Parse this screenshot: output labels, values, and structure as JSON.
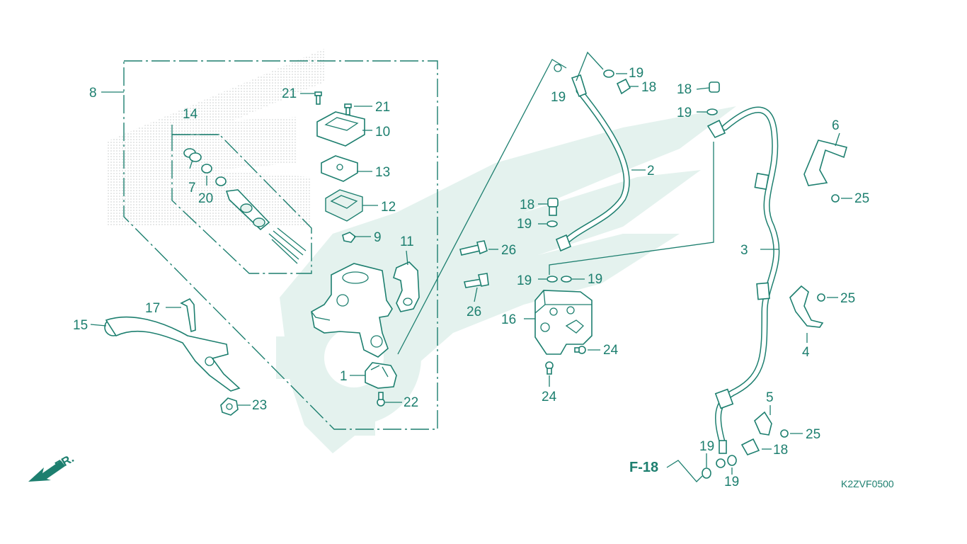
{
  "diagram": {
    "reference_code": "K2ZVF0500",
    "section_ref": "F-18",
    "direction_label": "FR.",
    "colors": {
      "line": "#1d7f6f",
      "watermark": "#e4f2ee",
      "background": "#ffffff"
    },
    "callouts": [
      {
        "id": "c1",
        "label": "1"
      },
      {
        "id": "c2",
        "label": "2"
      },
      {
        "id": "c3",
        "label": "3"
      },
      {
        "id": "c4",
        "label": "4"
      },
      {
        "id": "c5",
        "label": "5"
      },
      {
        "id": "c6",
        "label": "6"
      },
      {
        "id": "c7",
        "label": "7"
      },
      {
        "id": "c8",
        "label": "8"
      },
      {
        "id": "c9",
        "label": "9"
      },
      {
        "id": "c10",
        "label": "10"
      },
      {
        "id": "c11",
        "label": "11"
      },
      {
        "id": "c12",
        "label": "12"
      },
      {
        "id": "c13",
        "label": "13"
      },
      {
        "id": "c14",
        "label": "14"
      },
      {
        "id": "c15",
        "label": "15"
      },
      {
        "id": "c16",
        "label": "16"
      },
      {
        "id": "c17",
        "label": "17"
      },
      {
        "id": "c18a",
        "label": "18"
      },
      {
        "id": "c18b",
        "label": "18"
      },
      {
        "id": "c18c",
        "label": "18"
      },
      {
        "id": "c18d",
        "label": "18"
      },
      {
        "id": "c19a",
        "label": "19"
      },
      {
        "id": "c19b",
        "label": "19"
      },
      {
        "id": "c19c",
        "label": "19"
      },
      {
        "id": "c19d",
        "label": "19"
      },
      {
        "id": "c19e",
        "label": "19"
      },
      {
        "id": "c19f",
        "label": "19"
      },
      {
        "id": "c19g",
        "label": "19"
      },
      {
        "id": "c19h",
        "label": "19"
      },
      {
        "id": "c20",
        "label": "20"
      },
      {
        "id": "c21a",
        "label": "21"
      },
      {
        "id": "c21b",
        "label": "21"
      },
      {
        "id": "c22",
        "label": "22"
      },
      {
        "id": "c23",
        "label": "23"
      },
      {
        "id": "c24a",
        "label": "24"
      },
      {
        "id": "c24b",
        "label": "24"
      },
      {
        "id": "c25a",
        "label": "25"
      },
      {
        "id": "c25b",
        "label": "25"
      },
      {
        "id": "c25c",
        "label": "25"
      },
      {
        "id": "c26a",
        "label": "26"
      },
      {
        "id": "c26b",
        "label": "26"
      }
    ]
  }
}
